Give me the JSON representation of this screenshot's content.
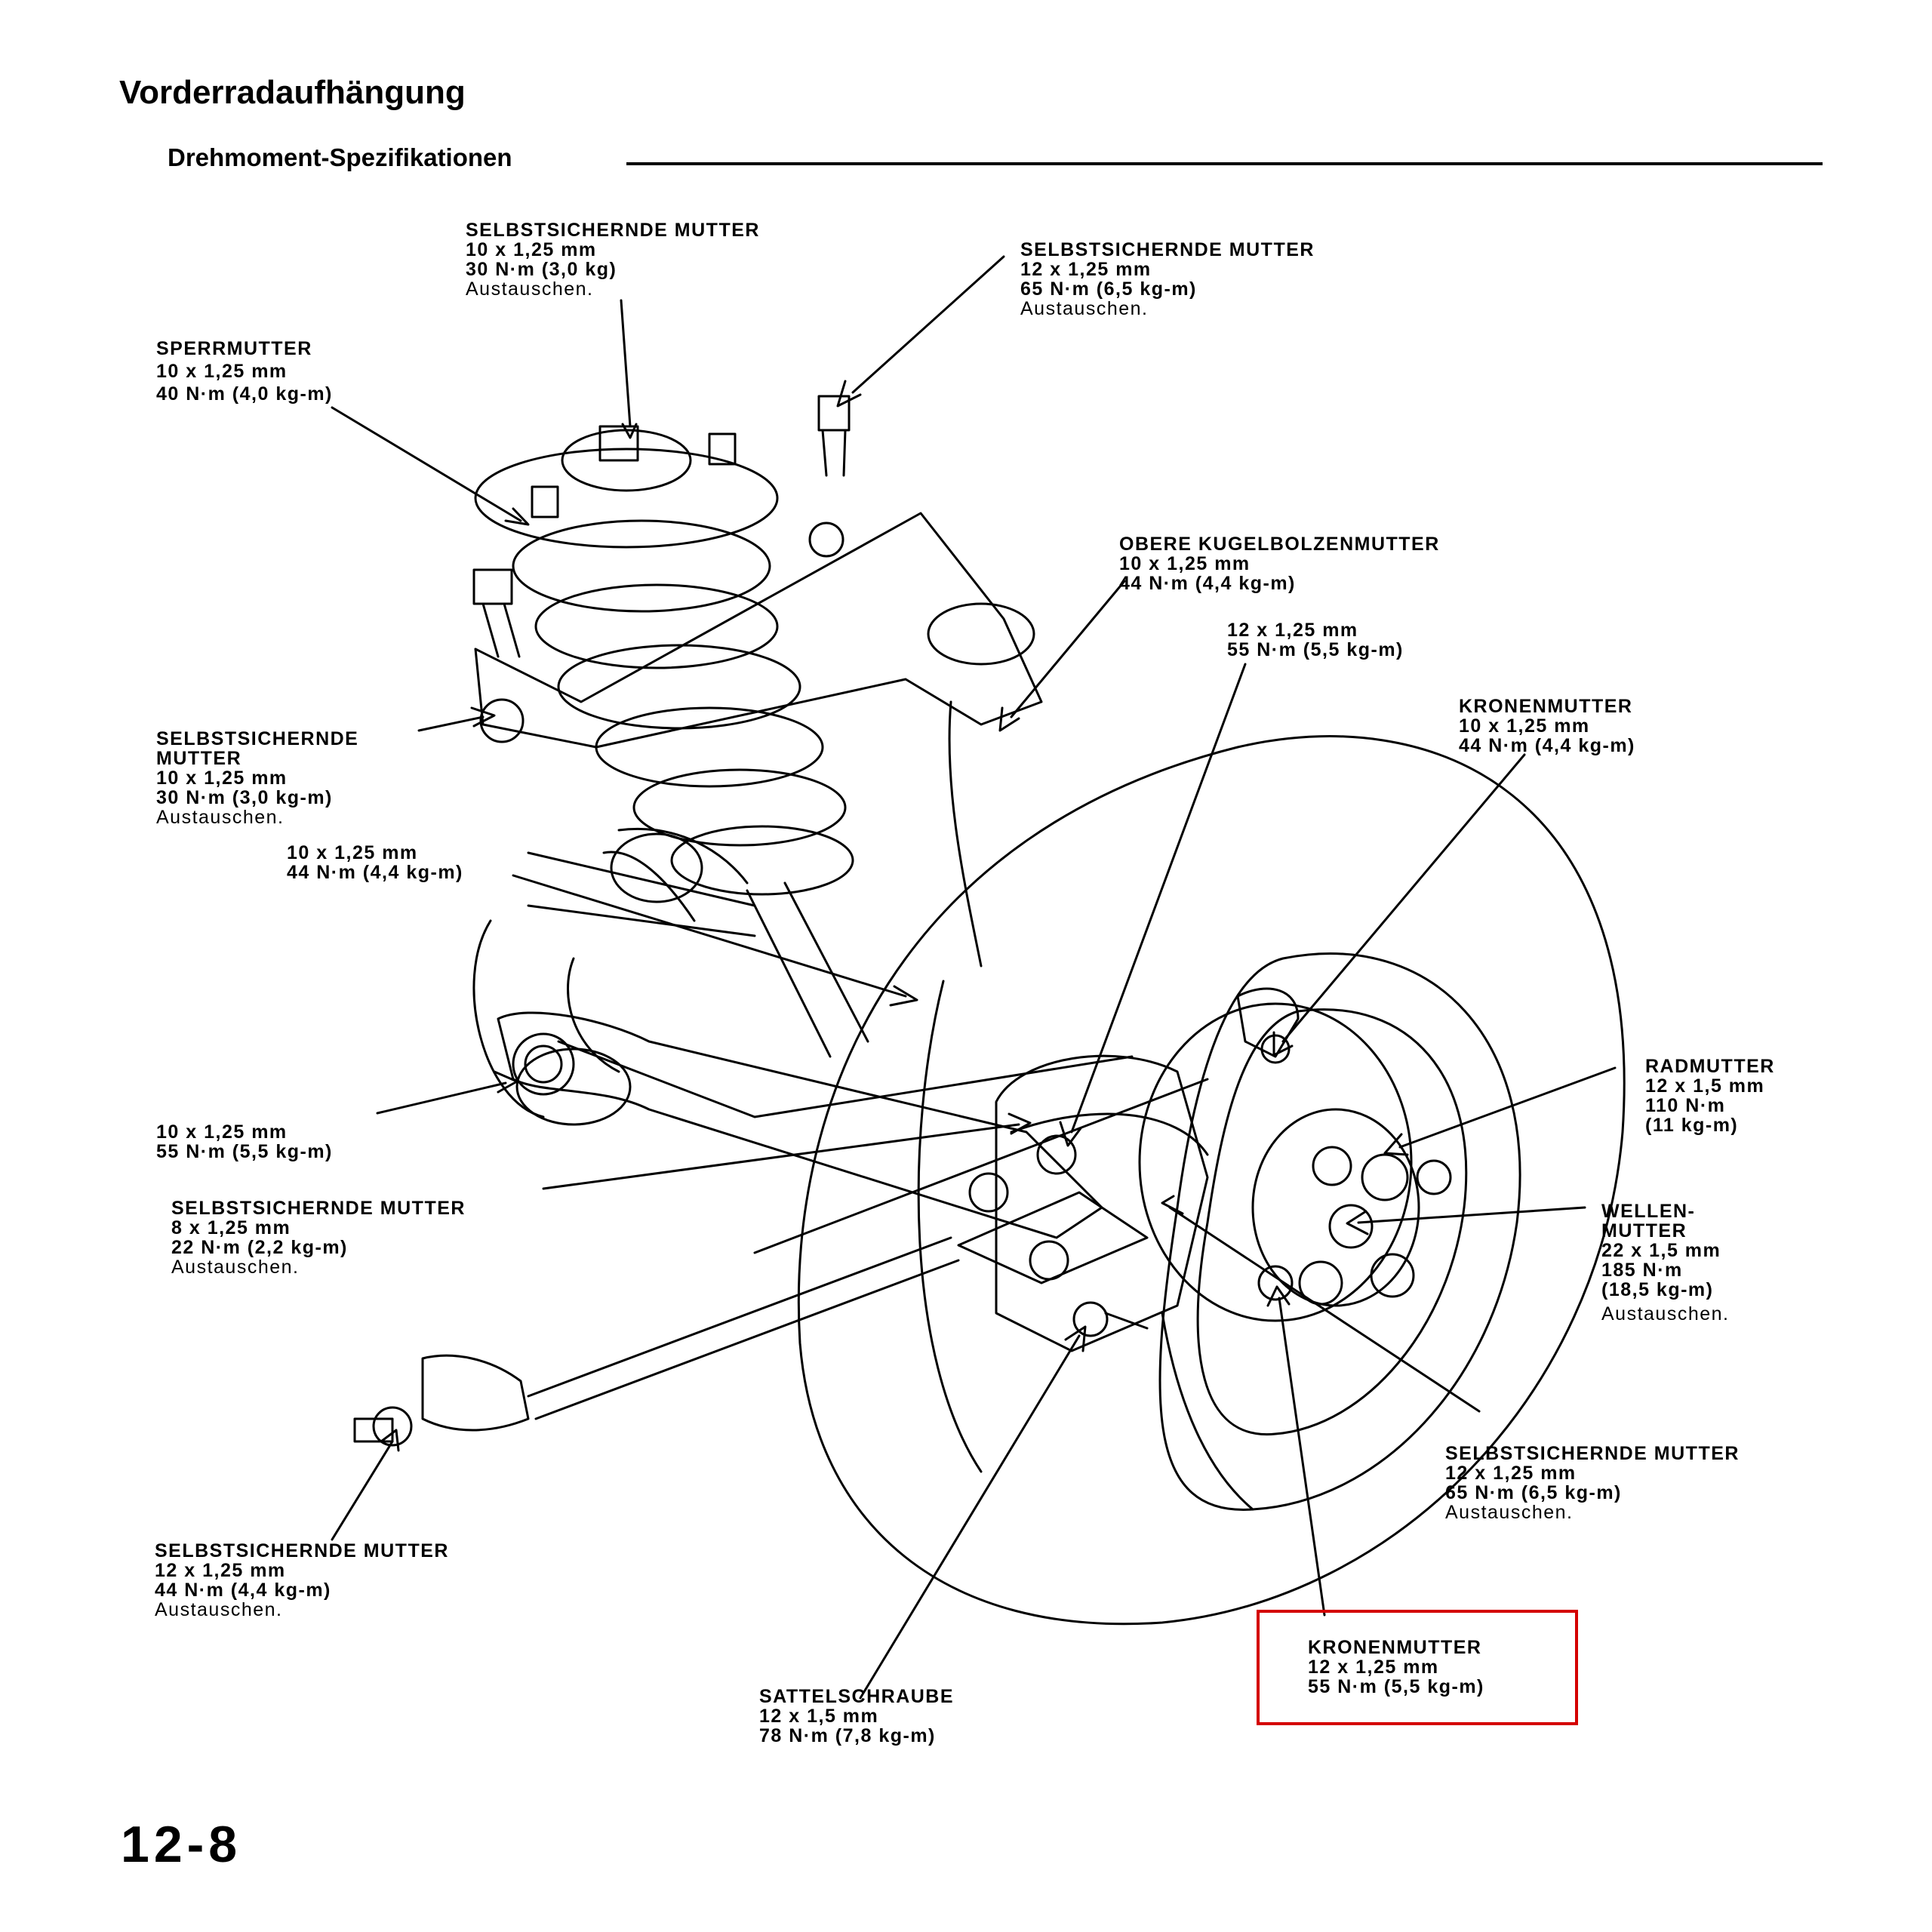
{
  "header": {
    "title": "Vorderradaufhängung",
    "subtitle": "Drehmoment-Spezifikationen"
  },
  "labels": [
    {
      "id": "top-nut-1",
      "lines": [
        "SELBSTSICHERNDE MUTTER",
        "10 x 1,25 mm",
        "30 N·m (3,0 kg)"
      ],
      "note": "Austauschen."
    },
    {
      "id": "top-nut-2",
      "lines": [
        "SELBSTSICHERNDE MUTTER",
        "12 x 1,25 mm",
        "65 N·m (6,5 kg-m)"
      ],
      "note": "Austauschen."
    },
    {
      "id": "lock-nut",
      "lines": [
        "SPERRMUTTER",
        "10 x 1,25 mm",
        "40 N·m (4,0 kg-m)"
      ],
      "note": ""
    },
    {
      "id": "upper-ball-joint",
      "lines": [
        "OBERE KUGELBOLZENMUTTER",
        "10 x 1,25 mm",
        "44 N·m (4,4 kg-m)"
      ],
      "note": ""
    },
    {
      "id": "bolt-55-upper",
      "lines": [
        "12 x 1,25 mm",
        "55 N·m (5,5 kg-m)"
      ],
      "note": ""
    },
    {
      "id": "castle-nut-1",
      "lines": [
        "KRONENMUTTER",
        "10 x 1,25 mm",
        "44 N·m (4,4 kg-m)"
      ],
      "note": ""
    },
    {
      "id": "arm-nut",
      "lines": [
        "SELBSTSICHERNDE",
        "MUTTER",
        "10 x 1,25 mm",
        "30 N·m (3,0 kg-m)"
      ],
      "note": "Austauschen."
    },
    {
      "id": "bolt-44",
      "lines": [
        "10 x 1,25 mm",
        "44 N·m (4,4 kg-m)"
      ],
      "note": ""
    },
    {
      "id": "wheel-nut",
      "lines": [
        "RADMUTTER",
        "12 x 1,5 mm",
        "110 N·m",
        "(11 kg-m)"
      ],
      "note": ""
    },
    {
      "id": "bolt-55-lower",
      "lines": [
        "10 x 1,25 mm",
        "55 N·m (5,5 kg-m)"
      ],
      "note": ""
    },
    {
      "id": "shaft-nut",
      "lines": [
        "WELLEN-",
        "MUTTER",
        "22 x 1,5 mm",
        "185 N·m",
        "(18,5 kg-m)"
      ],
      "note": "Austauschen."
    },
    {
      "id": "small-nut",
      "lines": [
        "SELBSTSICHERNDE MUTTER",
        "8 x 1,25 mm",
        "22 N·m (2,2 kg-m)"
      ],
      "note": "Austauschen."
    },
    {
      "id": "knuckle-nut",
      "lines": [
        "SELBSTSICHERNDE MUTTER",
        "12 x 1,25 mm",
        "65 N·m (6,5 kg-m)"
      ],
      "note": "Austauschen."
    },
    {
      "id": "stabilizer-nut",
      "lines": [
        "SELBSTSICHERNDE MUTTER",
        "12 x 1,25 mm",
        "44 N·m (4,4 kg-m)"
      ],
      "note": "Austauschen."
    },
    {
      "id": "castle-nut-2",
      "lines": [
        "KRONENMUTTER",
        "12 x 1,25 mm",
        "55 N·m (5,5 kg-m)"
      ],
      "note": ""
    },
    {
      "id": "caliper-bolt",
      "lines": [
        "SATTELSCHRAUBE",
        "12 x 1,5 mm",
        "78 N·m (7,8 kg-m)"
      ],
      "note": ""
    }
  ],
  "footer": {
    "page_number": "12-8"
  },
  "colors": {
    "highlight": "#d40000",
    "ink": "#000000"
  }
}
